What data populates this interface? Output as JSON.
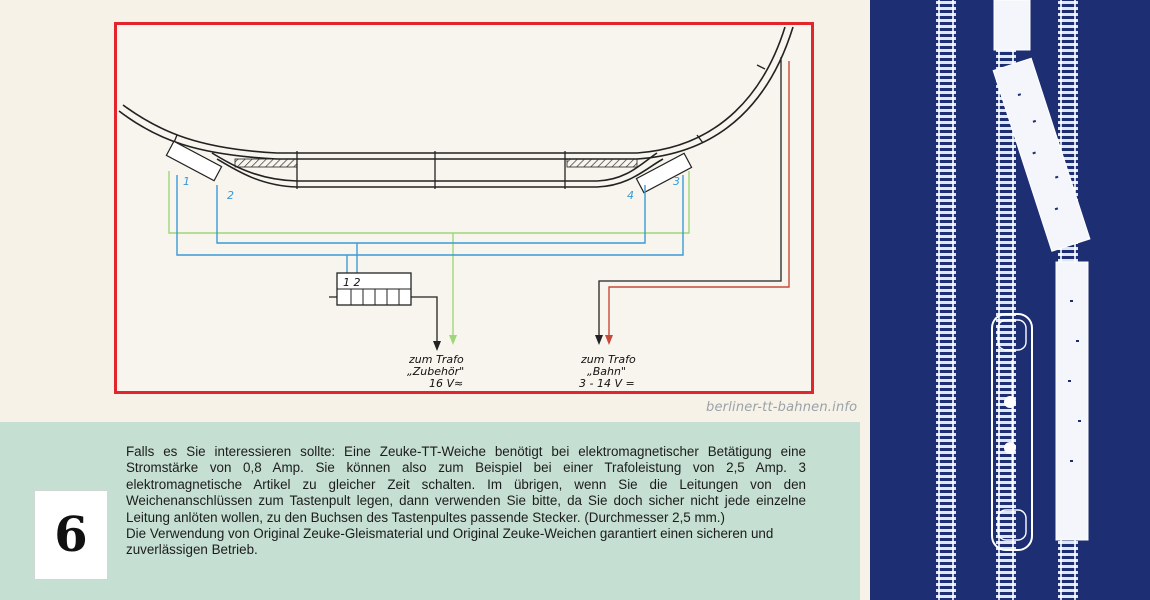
{
  "diagram": {
    "switch_numbers": [
      "1",
      "2",
      "3",
      "4"
    ],
    "panel_label": "1 2",
    "trafo_left": {
      "line1": "zum Trafo",
      "line2": "„Zubehör\"",
      "line3": "16 V≈"
    },
    "trafo_right": {
      "line1": "zum Trafo",
      "line2": "„Bahn\"",
      "line3": "3 - 14 V ="
    }
  },
  "watermark": "berliner-tt-bahnen.info",
  "page_number": "6",
  "text": {
    "paragraph1": "Falls es Sie interessieren sollte: Eine Zeuke-TT-Weiche benötigt bei elektromagnetischer Betätigung eine Stromstärke von 0,8 Amp. Sie können also zum Beispiel bei einer Trafoleistung von 2,5 Amp. 3 elektromagnetische Artikel zu gleicher Zeit schalten. Im übrigen, wenn Sie die Leitungen von den Weichenanschlüssen zum Tastenpult legen, dann verwenden Sie bitte, da Sie doch sicher nicht jede einzelne Leitung anlöten wollen, zu den Buchsen des Tastenpultes passende Stecker. (Durchmesser 2,5 mm.)",
    "paragraph2": "Die Verwendung von Original Zeuke-Gleismaterial und Original Zeuke-Weichen garantiert einen sicheren und zuverlässigen Betrieb."
  },
  "colors": {
    "frame_red": "#e2262b",
    "wire_green": "#9ed67a",
    "wire_blue": "#3a9ad6",
    "wire_red": "#c84a3a",
    "panel_mint": "#c5dfd2",
    "panel_blue": "#1d2e72"
  }
}
